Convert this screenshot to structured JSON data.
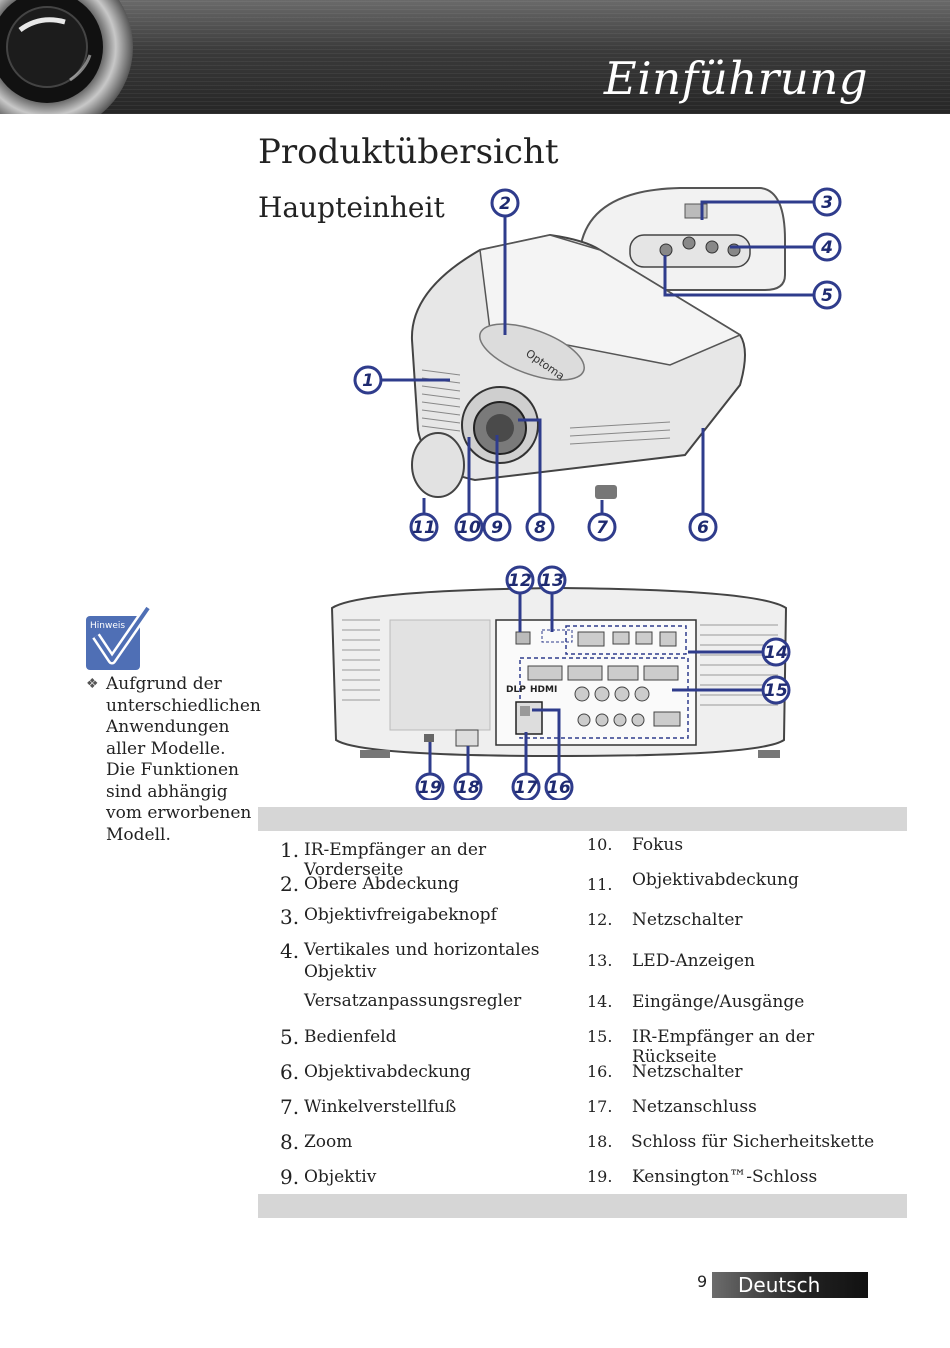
{
  "header": {
    "title": "Einführung"
  },
  "page": {
    "title": "Produktübersicht",
    "subtitle": "Haupteinheit"
  },
  "note": {
    "label": "Hinweis",
    "text": "Aufgrund der unterschiedlichen Anwendungen aller Modelle. Die Funktionen sind abhängig vom erworbenen Modell."
  },
  "diagram": {
    "callouts_top": [
      "1",
      "2",
      "3",
      "4",
      "5",
      "6",
      "7",
      "8",
      "9",
      "10",
      "11"
    ],
    "callouts_rear": [
      "12",
      "13",
      "14",
      "15",
      "16",
      "17",
      "18",
      "19"
    ],
    "brand": "Optoma",
    "rear_labels": {
      "dlp": "DLP",
      "hdmi": "HDMI"
    }
  },
  "parts_left": [
    {
      "num": "1.",
      "label": "IR-Empfänger an der Vorderseite"
    },
    {
      "num": "2.",
      "label": "Obere Abdeckung"
    },
    {
      "num": "3.",
      "label": "Objektivfreigabeknopf"
    },
    {
      "num": "4.",
      "label": "Vertikales und horizontales Objektiv",
      "label2": "Versatzanpassungsregler"
    },
    {
      "num": "5.",
      "label": "Bedienfeld"
    },
    {
      "num": "6.",
      "label": "Objektivabdeckung"
    },
    {
      "num": "7.",
      "label": "Winkelverstellfuß"
    },
    {
      "num": "8.",
      "label": "Zoom"
    },
    {
      "num": "9.",
      "label": "Objektiv"
    }
  ],
  "parts_right": [
    {
      "num": "10.",
      "label": "Fokus"
    },
    {
      "num": "11.",
      "label": "Objektivabdeckung"
    },
    {
      "num": "12.",
      "label": "Netzschalter"
    },
    {
      "num": "13.",
      "label": "LED-Anzeigen"
    },
    {
      "num": "14.",
      "label": "Eingänge/Ausgänge"
    },
    {
      "num": "15.",
      "label": "IR-Empfänger an der Rückseite"
    },
    {
      "num": "16.",
      "label": "Netzschalter"
    },
    {
      "num": "17.",
      "label": "Netzanschluss"
    },
    {
      "num": "18.",
      "label": "Schloss für Sicherheitskette"
    },
    {
      "num": "19.",
      "label": "Kensington™-Schloss"
    }
  ],
  "footer": {
    "page_number": "9",
    "language": "Deutsch"
  }
}
